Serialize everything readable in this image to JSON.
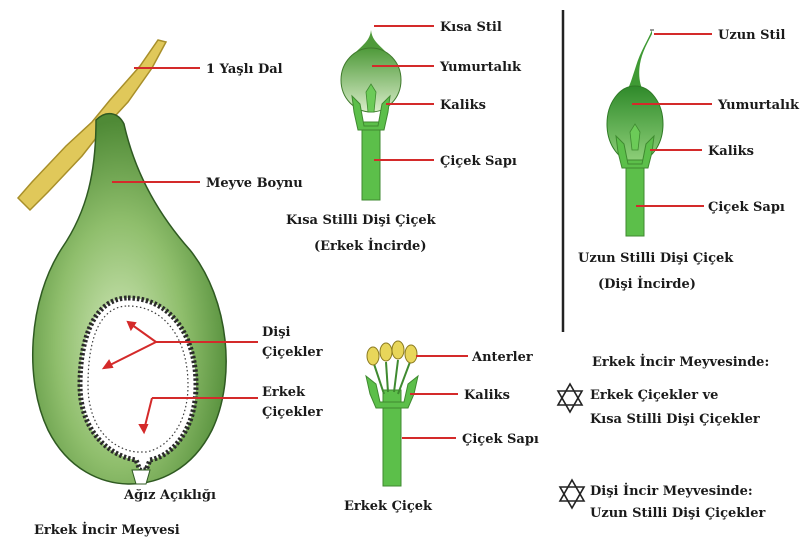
{
  "labels": {
    "branch": "1 Yaşlı Dal",
    "fruit_neck": "Meyve Boynu",
    "female_flowers_1": "Dişi",
    "female_flowers_2": "Çiçekler",
    "male_flowers_1": "Erkek",
    "male_flowers_2": "Çiçekler",
    "mouth_opening": "Ağız Açıklığı",
    "male_fig_fruit": "Erkek İncir Meyvesi",
    "short_style": "Kısa Stil",
    "ovary_a": "Yumurtalık",
    "calyx_a": "Kaliks",
    "pedicel_a": "Çiçek Sapı",
    "short_female_title_1": "Kısa Stilli Dişi Çiçek",
    "short_female_title_2": "(Erkek İncirde)",
    "long_style": "Uzun Stil",
    "ovary_b": "Yumurtalık",
    "calyx_b": "Kaliks",
    "pedicel_b": "Çiçek Sapı",
    "long_female_title_1": "Uzun Stilli Dişi Çiçek",
    "long_female_title_2": "(Dişi İncirde)",
    "anthers": "Anterler",
    "calyx_c": "Kaliks",
    "pedicel_c": "Çiçek Sapı",
    "male_flower_title": "Erkek Çiçek"
  },
  "legend": {
    "heading": "Erkek İncir Meyvesinde:",
    "male_fig_1": "Erkek Çiçekler ve",
    "male_fig_2": "Kısa Stilli Dişi Çiçekler",
    "female_fig_1": "Dişi İncir Meyvesinde:",
    "female_fig_2": "Uzun Stilli Dişi Çiçekler",
    "icon": "star-of-david-outline-icon"
  },
  "colors": {
    "pointer": "#d42a2a",
    "branch": "#e0c85a",
    "plant_dark": "#4f8a36",
    "plant_light": "#a9cf8b",
    "stem": "#5cbf4a",
    "anther": "#e8d65a"
  }
}
